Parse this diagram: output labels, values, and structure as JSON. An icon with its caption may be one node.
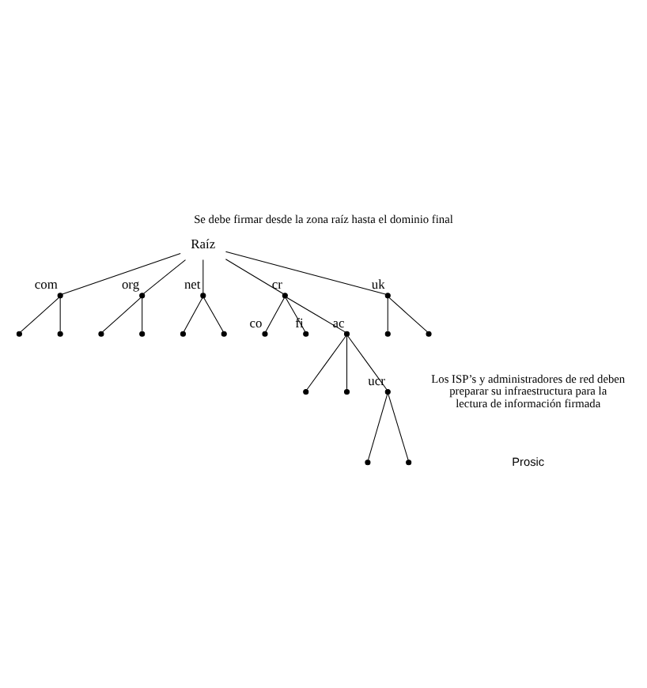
{
  "diagram": {
    "title": "Se debe firmar desde la zona raíz hasta el dominio final",
    "caption": "Los ISP’s y administradores de red deben preparar su infraestructura para la lectura de información firmada",
    "nodes": [
      {
        "text": [
          "Raíz"
        ]
      },
      {
        "text": [],
        "shape": "circle",
        "beside": [
          "com"
        ]
      },
      {
        "text": [],
        "shape": "circle",
        "beside": [
          "org"
        ]
      },
      {
        "text": [],
        "shape": "circle",
        "beside": [
          "net"
        ]
      },
      {
        "text": [],
        "shape": "circle",
        "beside": [
          "cr"
        ]
      },
      {
        "text": [],
        "shape": "circle",
        "beside": [
          "uk"
        ]
      },
      {
        "text": [],
        "shape": "circle"
      },
      {
        "text": [],
        "shape": "circle"
      },
      {
        "text": [],
        "shape": "circle"
      },
      {
        "text": [],
        "shape": "circle"
      },
      {
        "text": [],
        "shape": "circle"
      },
      {
        "text": [],
        "shape": "circle"
      },
      {
        "text": [],
        "shape": "circle",
        "beside": [
          "co"
        ]
      },
      {
        "text": [],
        "shape": "circle",
        "beside": [
          "fi"
        ]
      },
      {
        "text": [],
        "shape": "circle",
        "beside": [
          "ac"
        ]
      },
      {
        "text": [],
        "shape": "circle"
      },
      {
        "text": [],
        "shape": "circle"
      },
      {
        "text": [],
        "shape": "circle"
      },
      {
        "text": [],
        "shape": "circle"
      },
      {
        "text": [],
        "shape": "circle",
        "beside": [
          "ucr"
        ]
      },
      {
        "text": [],
        "shape": "circle"
      },
      {
        "text": [],
        "shape": "circle"
      }
    ],
    "edges": [
      {
        "from": 0,
        "to": 1,
        "arrow": "none"
      },
      {
        "from": 0,
        "to": 2,
        "arrow": "none"
      },
      {
        "from": 0,
        "to": 3,
        "arrow": "none"
      },
      {
        "from": 0,
        "to": 4,
        "arrow": "none"
      },
      {
        "from": 0,
        "to": 5,
        "arrow": "none"
      },
      {
        "from": 1,
        "to": 6,
        "arrow": "none"
      },
      {
        "from": 1,
        "to": 7,
        "arrow": "none"
      },
      {
        "from": 2,
        "to": 8,
        "arrow": "none"
      },
      {
        "from": 2,
        "to": 9,
        "arrow": "none"
      },
      {
        "from": 3,
        "to": 10,
        "arrow": "none"
      },
      {
        "from": 3,
        "to": 11,
        "arrow": "none"
      },
      {
        "from": 4,
        "to": 12,
        "arrow": "none"
      },
      {
        "from": 4,
        "to": 13,
        "arrow": "none"
      },
      {
        "from": 4,
        "to": 14,
        "arrow": "none"
      },
      {
        "from": 5,
        "to": 15,
        "arrow": "none"
      },
      {
        "from": 5,
        "to": 16,
        "arrow": "none"
      },
      {
        "from": 14,
        "to": 17,
        "arrow": "none"
      },
      {
        "from": 14,
        "to": 18,
        "arrow": "none"
      },
      {
        "from": 14,
        "to": 19,
        "arrow": "none"
      },
      {
        "from": 19,
        "to": 20,
        "arrow": "none"
      },
      {
        "from": 19,
        "to": 21,
        "arrow": "none"
      }
    ],
    "labels": [
      "Prosic"
    ]
  }
}
